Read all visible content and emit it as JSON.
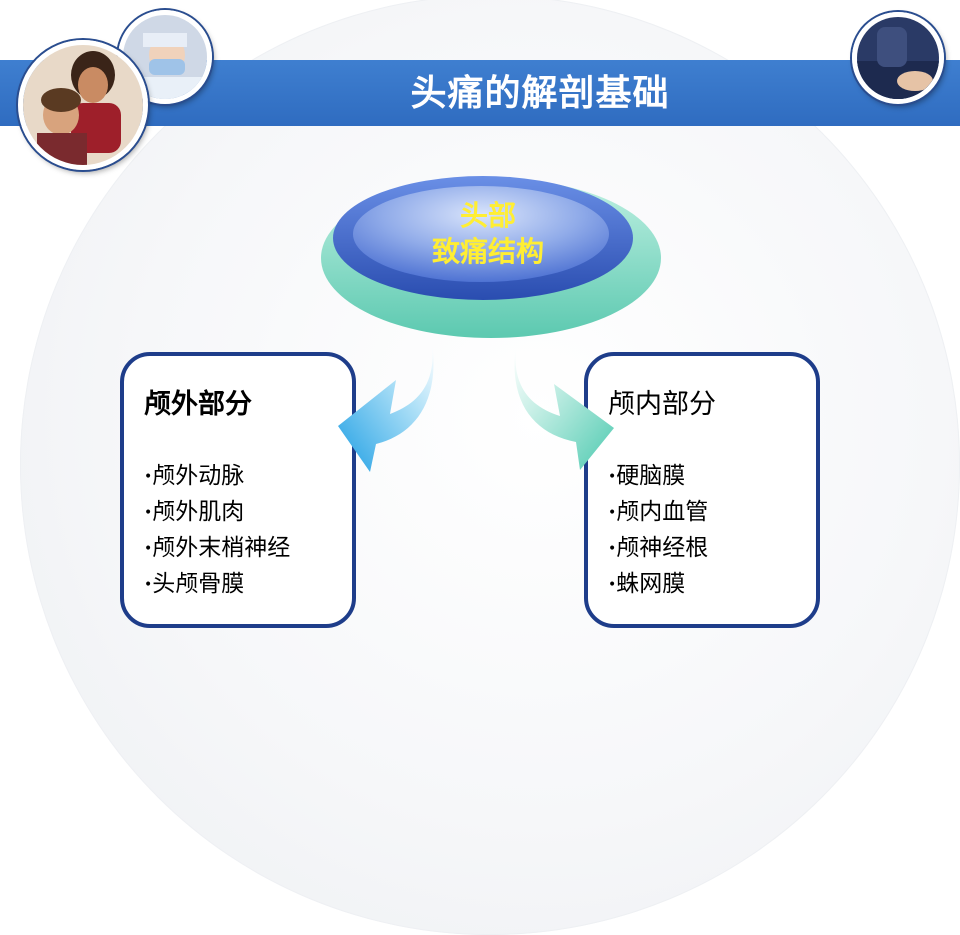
{
  "slide": {
    "title": "头痛的解剖基础"
  },
  "center": {
    "line1": "头部",
    "line2": "致痛结构"
  },
  "left_box": {
    "title": "颅外部分",
    "items": [
      "颅外动脉",
      "颅外肌肉",
      "颅外末梢神经",
      "头颅骨膜"
    ]
  },
  "right_box": {
    "title": "颅内部分",
    "items": [
      "硬脑膜",
      "颅内血管",
      "颅神经根",
      "蛛网膜"
    ]
  },
  "colors": {
    "header": "#2f6cc0",
    "box_border": "#1e3d8a",
    "center_fill": "#4a6fd0",
    "center_text": "#ffee33",
    "left_arrow": "#2aa8e8",
    "right_arrow": "#6fd6c6"
  },
  "icons": [
    "photo-mother-child",
    "photo-doctor",
    "photo-patient"
  ]
}
